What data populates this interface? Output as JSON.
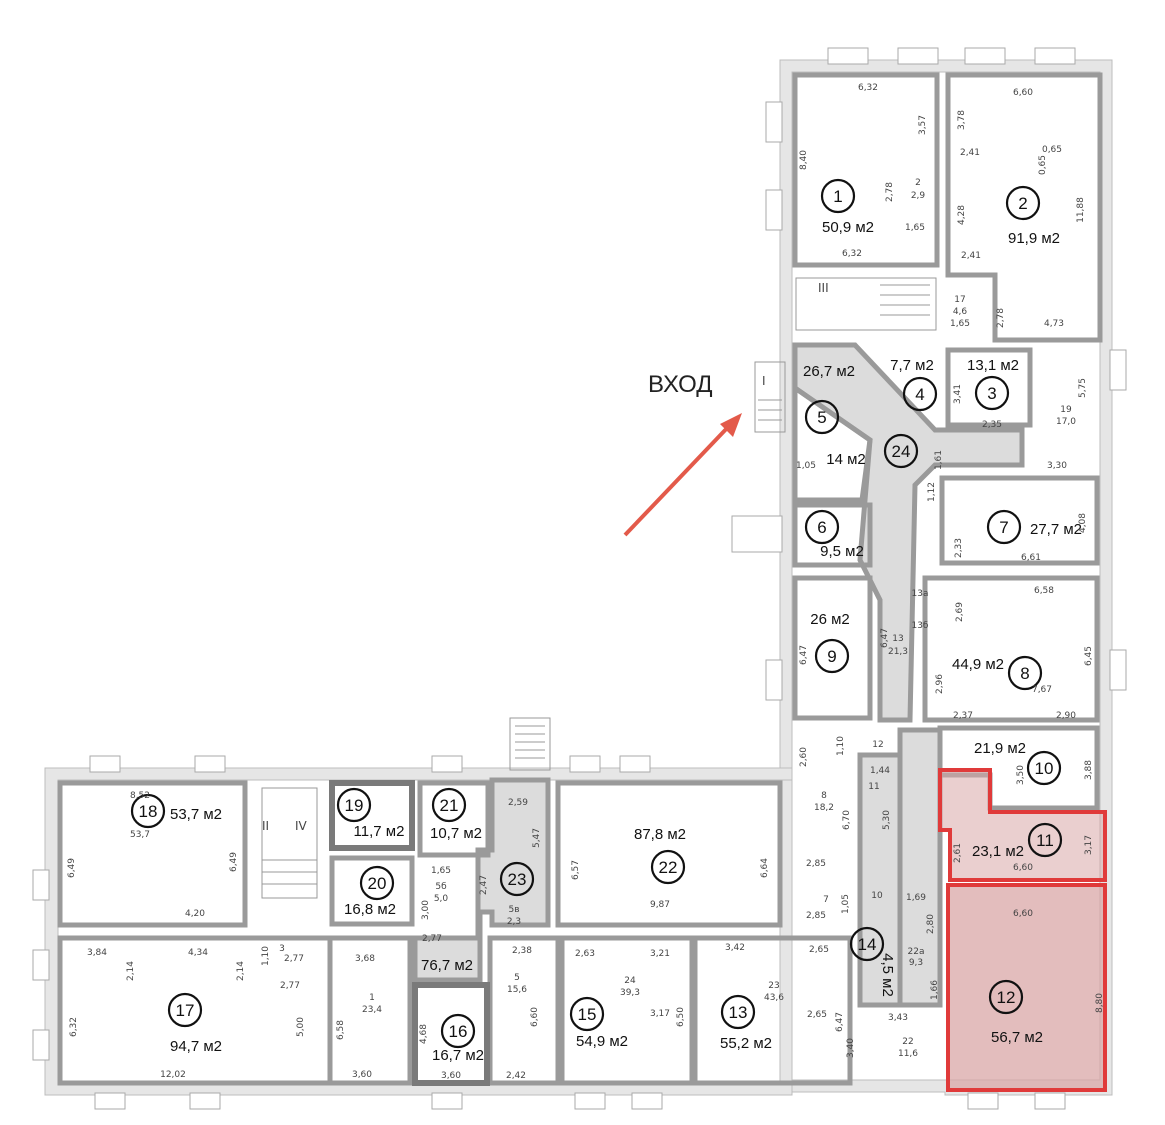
{
  "entrance_label": "ВХОД",
  "colors": {
    "outer_wall": "#e6e6e6",
    "outer_wall_stroke": "#bdbdbd",
    "inner_wall": "#9a9a9a",
    "corridor_fill": "#dcdcdc",
    "highlight_stroke": "#e03a3a",
    "highlight_fill": "#d9a7a7",
    "arrow": "#e35a4a",
    "circle_stroke": "#111111"
  },
  "rooms": [
    {
      "num": "1",
      "area": "50,9 м2"
    },
    {
      "num": "2",
      "area": "91,9 м2"
    },
    {
      "num": "3",
      "area": "13,1 м2"
    },
    {
      "num": "4",
      "area": "7,7 м2"
    },
    {
      "num": "5",
      "area": "14 м2"
    },
    {
      "num": "6",
      "area": "9,5 м2"
    },
    {
      "num": "7",
      "area": "27,7 м2"
    },
    {
      "num": "8",
      "area": "44,9 м2"
    },
    {
      "num": "9",
      "area": "26 м2"
    },
    {
      "num": "10",
      "area": "21,9 м2"
    },
    {
      "num": "11",
      "area": "23,1 м2",
      "highlighted": true
    },
    {
      "num": "12",
      "area": "56,7 м2",
      "highlighted": true
    },
    {
      "num": "13",
      "area": "55,2 м2"
    },
    {
      "num": "14",
      "area": "4,5 м2"
    },
    {
      "num": "15",
      "area": "54,9 м2"
    },
    {
      "num": "16",
      "area": "16,7 м2"
    },
    {
      "num": "17",
      "area": "94,7 м2"
    },
    {
      "num": "18",
      "area": "53,7 м2"
    },
    {
      "num": "19",
      "area": "11,7 м2"
    },
    {
      "num": "20",
      "area": "16,8 м2"
    },
    {
      "num": "21",
      "area": "10,7 м2"
    },
    {
      "num": "22",
      "area": "87,8 м2"
    },
    {
      "num": "23",
      "area": "76,7 м2"
    },
    {
      "num": "24",
      "area": "26,7 м2"
    }
  ],
  "stair_labels": [
    "I",
    "II",
    "III",
    "IV"
  ],
  "dimensions": [
    "6,32",
    "3,57",
    "8,40",
    "2,78",
    "2",
    "2,9",
    "1,65",
    "6,32",
    "6,60",
    "3,78",
    "2,41",
    "0,65",
    "0,65",
    "4,28",
    "11,88",
    "2,41",
    "4,73",
    "17",
    "4,6",
    "1,65",
    "2,78",
    "3,41",
    "2,35",
    "19",
    "17,0",
    "5,75",
    "3,30",
    "1,05",
    "1,61",
    "1,12",
    "2,33",
    "6,61",
    "4,08",
    "6,58",
    "2,69",
    "13а",
    "13б",
    "6,47",
    "13",
    "21,3",
    "6,45",
    "2,96",
    "7,67",
    "6,47",
    "2,37",
    "2,90",
    "12",
    "3,50",
    "3,88",
    "2,60",
    "1,10",
    "8",
    "18,2",
    "6,70",
    "1,44",
    "11",
    "5,30",
    "2,85",
    "7",
    "2,85",
    "1,05",
    "2,61",
    "3,17",
    "6,60",
    "6,60",
    "8,80",
    "10",
    "1,69",
    "2,80",
    "22а",
    "9,3",
    "1,66",
    "3,43",
    "3,40",
    "22",
    "11,6",
    "6,47",
    "8,52",
    "53,7",
    "6,49",
    "6,49",
    "4,20",
    "3,84",
    "2,14",
    "4,34",
    "2,14",
    "6,32",
    "5,00",
    "12,02",
    "1,10",
    "3",
    "2,77",
    "2,77",
    "3,68",
    "1",
    "23,4",
    "6,58",
    "3,60",
    "1,65",
    "5б",
    "5,0",
    "3,00",
    "2,77",
    "4,68",
    "3,60",
    "2,59",
    "5,47",
    "2,47",
    "5в",
    "2,3",
    "6,57",
    "9,87",
    "6,64",
    "2,38",
    "5",
    "15,6",
    "6,60",
    "2,42",
    "2,63",
    "3,21",
    "24",
    "39,3",
    "3,17",
    "6,50",
    "3,42",
    "2,65",
    "23",
    "43,6",
    "2,65"
  ]
}
